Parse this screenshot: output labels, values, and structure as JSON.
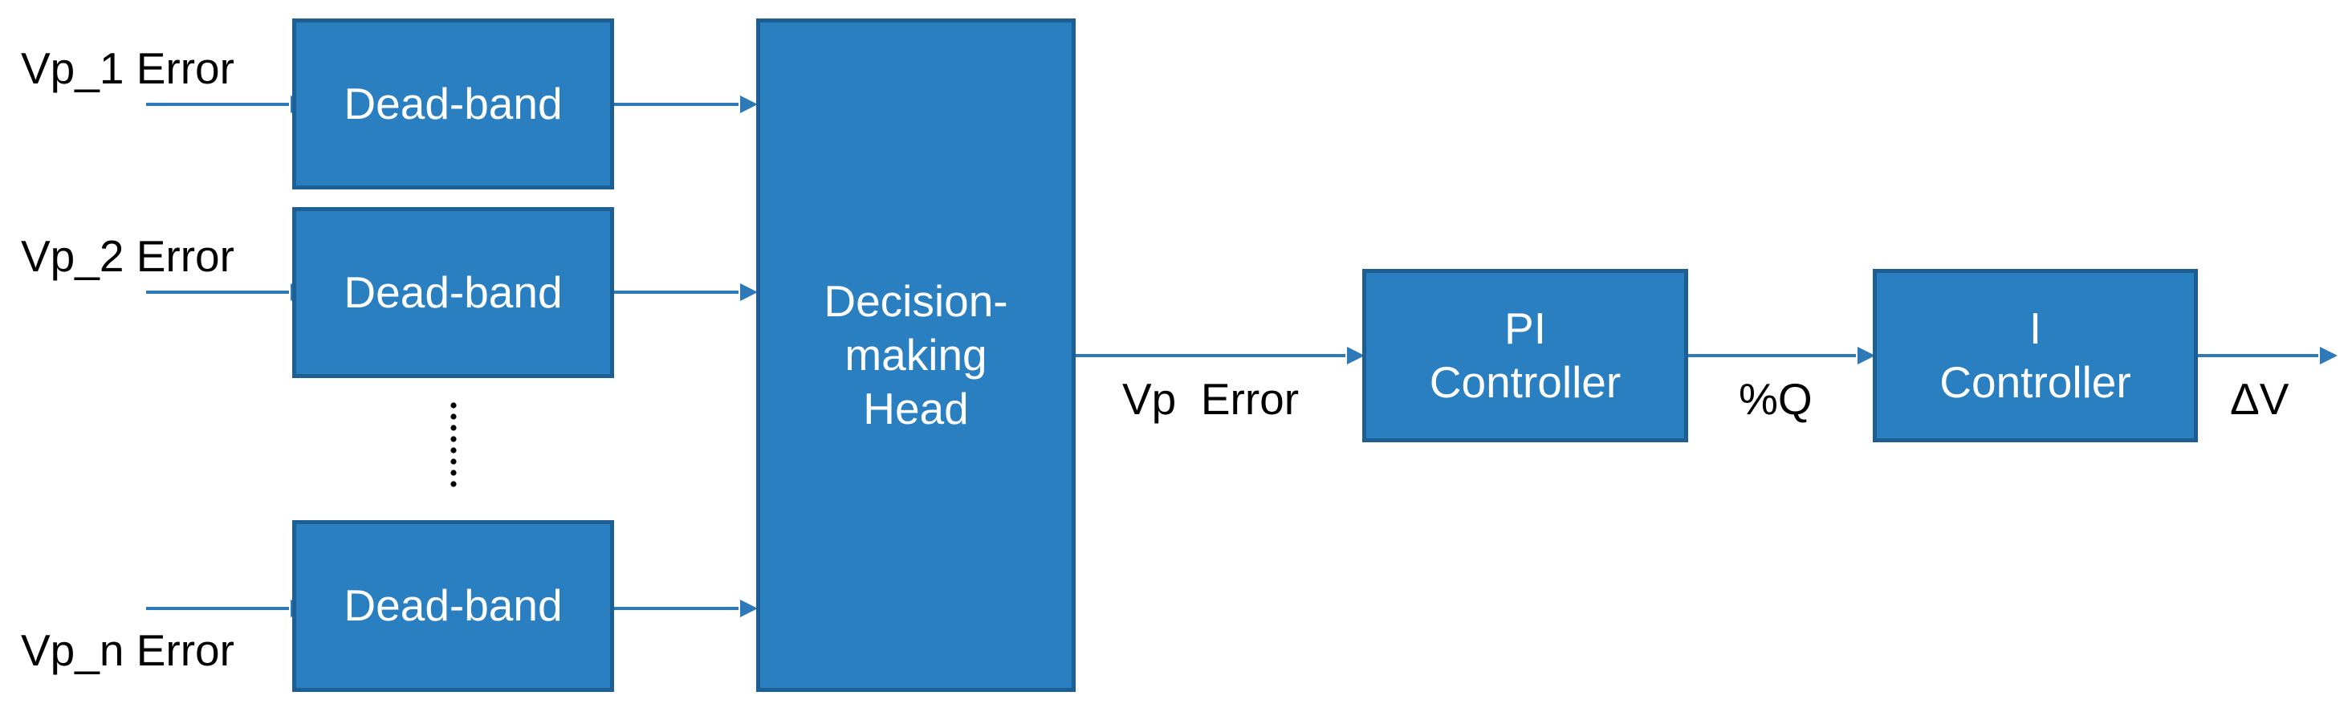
{
  "colors": {
    "block_fill": "#2a7fc0",
    "block_border": "#1e5f93",
    "arrow": "#2e7ab8",
    "text_on_block": "#ffffff",
    "text_label": "#000000"
  },
  "inputs": [
    {
      "label": "Vp_1 Error"
    },
    {
      "label": "Vp_2 Error"
    },
    {
      "label": "Vp_n Error"
    }
  ],
  "blocks": {
    "deadband_1": "Dead-band",
    "deadband_2": "Dead-band",
    "deadband_n": "Dead-band",
    "decision": "Decision-\nmaking\nHead",
    "pi": "PI\nController",
    "i": "I\nController"
  },
  "signals": {
    "vp_error": "Vp  Error",
    "q": "%Q",
    "dv": "ΔV"
  },
  "ellipsis": "vertical-dots"
}
